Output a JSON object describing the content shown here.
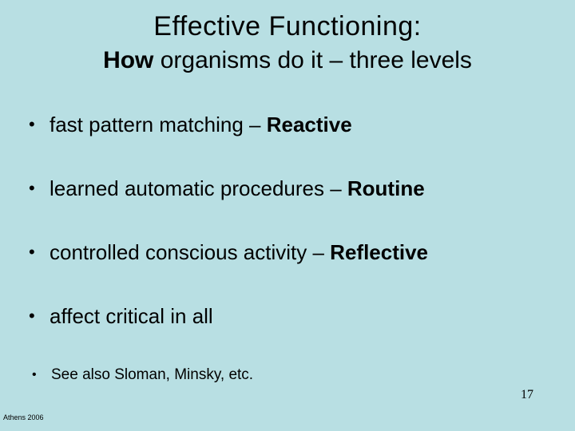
{
  "slide": {
    "background_color": "#b8dfe3",
    "text_color": "#000000",
    "bullet_char": "•",
    "title": {
      "line1": "Effective Functioning:",
      "line2_bold": "How",
      "line2_rest": " organisms do it – three levels"
    },
    "bullets": [
      {
        "lead": "fast pattern matching – ",
        "bold": "Reactive"
      },
      {
        "lead": "learned automatic procedures – ",
        "bold": "Routine"
      },
      {
        "lead": "controlled conscious activity – ",
        "bold": "Reflective"
      },
      {
        "lead": "affect critical in all",
        "bold": ""
      }
    ],
    "footnote_bullet": "See also Sloman, Minsky, etc.",
    "page_number": "17",
    "footer_left": "Athens 2006"
  }
}
